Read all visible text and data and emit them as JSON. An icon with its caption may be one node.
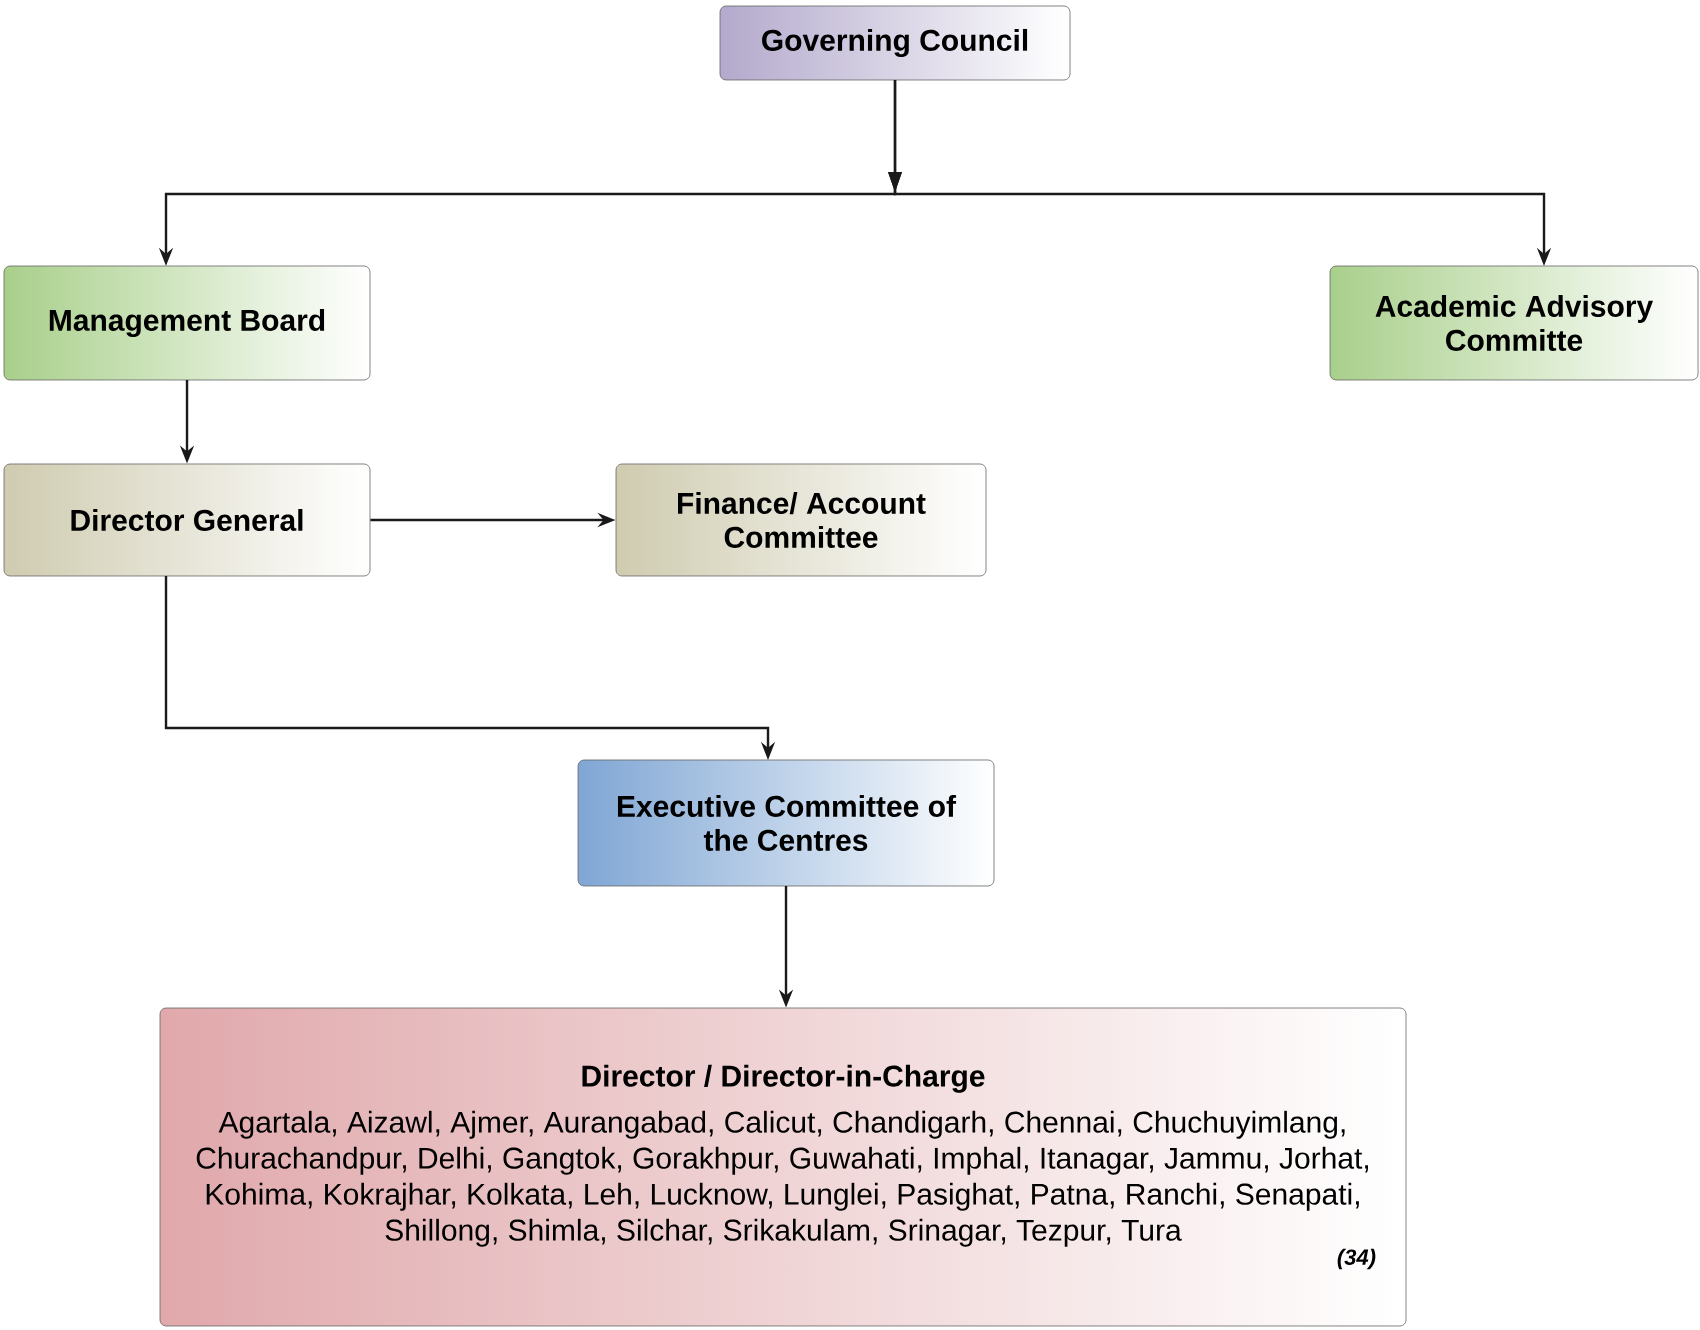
{
  "diagram": {
    "nodes": [
      {
        "text": [
          "Governing Council"
        ]
      },
      {
        "text": [
          "Management Board"
        ]
      },
      {
        "text": [
          "Academic Advisory Committe"
        ]
      },
      {
        "text": [
          "Director General"
        ]
      },
      {
        "text": [
          "Finance/ Account Committee"
        ]
      },
      {
        "text": [
          "Executive Committee of the Centres"
        ]
      },
      {
        "text": [
          "Director / Director-in-Charge",
          "Agartala, Aizawl, Ajmer, Aurangabad, Calicut, Chandigarh, Chennai, Chuchuyimlang, Churachandpur, Delhi, Gangtok, Gorakhpur, Guwahati, Imphal, Itanagar, Jammu, Jorhat, Kohima, Kokrajhar, Kolkata, Leh, Lucknow, Lunglei, Pasighat, Patna, Ranchi, Senapati, Shillong, Shimla, Silchar, Srikakulam, Srinagar, Tezpur, Tura",
          "(34)"
        ]
      }
    ],
    "edges": [
      {
        "from": 0,
        "to": 1,
        "arrow": "to"
      },
      {
        "from": 0,
        "to": 2,
        "arrow": "to"
      },
      {
        "from": 1,
        "to": 3,
        "arrow": "to"
      },
      {
        "from": 3,
        "to": 4,
        "arrow": "to"
      },
      {
        "from": 3,
        "to": 5,
        "arrow": "to"
      },
      {
        "from": 5,
        "to": 6,
        "arrow": "to"
      }
    ]
  }
}
